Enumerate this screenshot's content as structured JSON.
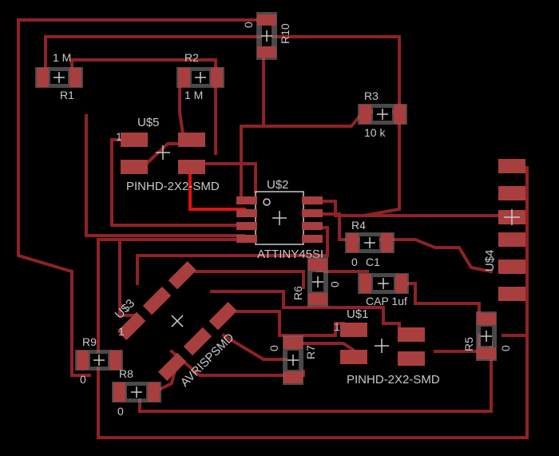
{
  "board": {
    "colors": {
      "background": "#000000",
      "trace": "#8e2226",
      "trace_highlight": "#e01010",
      "pad": "#a93e3e",
      "silkscreen": "#c8c8c8"
    }
  },
  "labels": {
    "r10_name": "R10",
    "r10_value": "0",
    "r1_name": "R1",
    "r1_value": "1 M",
    "r2_name": "R2",
    "r2_value": "1 M",
    "r3_name": "R3",
    "r3_value": "10 k",
    "u5_name": "U$5",
    "u5_pin1": "1",
    "u5_value": "PINHD-2X2-SMD",
    "u2_name": "U$2",
    "u2_value": "ATTINY45SI",
    "r4_name": "R4",
    "r4_value": "0",
    "c1_name": "C1",
    "c1_value": "CAP 1uf",
    "r6_name": "R6",
    "r6_value": "0",
    "u4_name": "U$4",
    "u3_name": "U$3",
    "u3_pin1": "1",
    "u3_value": "AVRISPSMD",
    "r7_name": "R7",
    "r7_value": "0",
    "u1_name": "U$1",
    "u1_pin1": "1",
    "u1_value": "PINHD-2X2-SMD",
    "r5_name": "R5",
    "r5_value": "0",
    "r9_name": "R9",
    "r9_value": "0",
    "r8_name": "R8",
    "r8_value": "0"
  }
}
